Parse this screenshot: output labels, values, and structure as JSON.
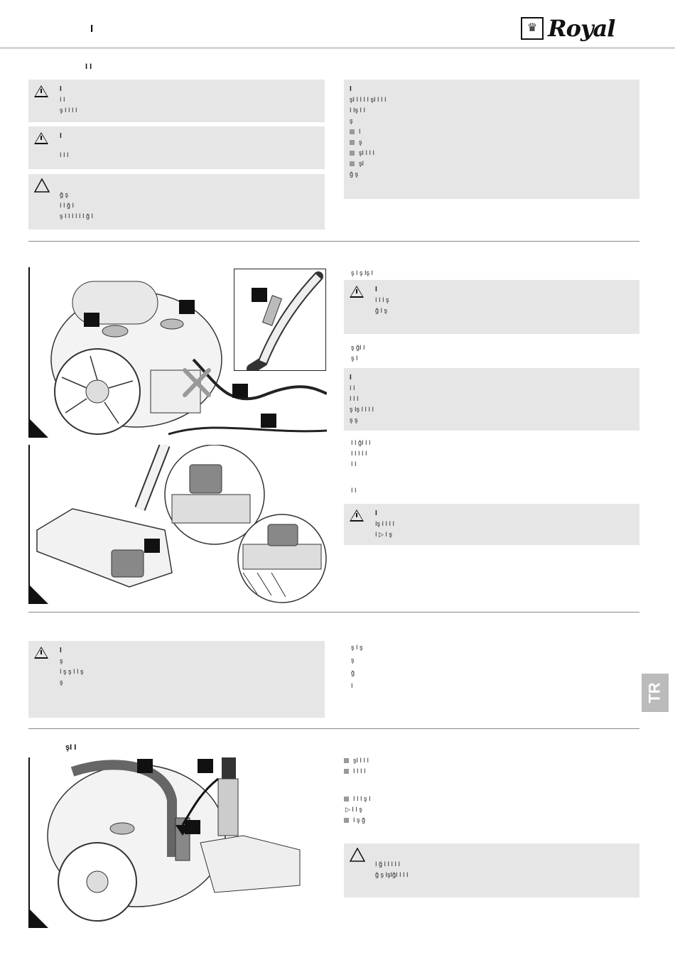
{
  "header": {
    "page_number": "I",
    "brand": "Royal",
    "crest_glyph": "♛"
  },
  "section1": {
    "title": "I     I",
    "warnings": [
      {
        "title": "I",
        "lines": [
          "I                         I",
          "ş            I      I    I I"
        ]
      },
      {
        "title": "I",
        "lines": [
          "I       I I"
        ]
      },
      {
        "title": "",
        "lines": [
          "ğ                       ş",
          "I I    ğ            I",
          "ş     I  I     I  I         I  I    ğ    I"
        ]
      }
    ],
    "info_box": {
      "title": "I",
      "lines": [
        "şI I I I               I                      şI I I I",
        "I       Iş            I                                      I",
        "ş"
      ],
      "bullets": [
        "I",
        "ş",
        "şI I I I",
        "şI"
      ],
      "tail": "ğ     ş"
    }
  },
  "section2": {
    "intro": "ş             I ş                       Iş    I",
    "warning": {
      "title": "I",
      "lines": [
        "I    I I ş",
        "ğ                      I ş"
      ]
    },
    "para1": [
      "ş              ğI                 I",
      "ş                       I"
    ],
    "info": {
      "title": "I",
      "lines": [
        "I       I",
        "I                  I I",
        "ş                  Iş    I      I                               I   I",
        "ş          ş"
      ]
    },
    "para2": [
      "I I        ğI    I           I",
      "I I          I                   I                  I",
      "I              I",
      "I                 I"
    ],
    "warning2": {
      "title": "I",
      "lines": [
        "Iş                                  I      I       I          I",
        "I  ▷                                       I       ş"
      ]
    },
    "fig1_tags": [
      "",
      "",
      "",
      "",
      ""
    ],
    "fig2_tags": [
      ""
    ]
  },
  "section3": {
    "warning": {
      "title": "I",
      "lines": [
        "ş",
        "I        ş          ş     I          I           ş",
        "ş"
      ]
    },
    "para": [
      "ş                                  I      ş",
      "ş",
      "ğ",
      "I"
    ]
  },
  "section4": {
    "title": "şI           I",
    "bullets": [
      "şI          I           I    I",
      "I I              I I",
      "I                            I           I                           ş    I",
      "I                          ş      ğ"
    ],
    "arrow_line": "▷                        I  I     ş",
    "caution": {
      "title": "",
      "lines": [
        "I       ğ      I I              I     I              I",
        "ğ             ş IşIğI       I I                    I"
      ]
    },
    "fig_tags": [
      "",
      "",
      ""
    ]
  },
  "side_tab": "TR"
}
